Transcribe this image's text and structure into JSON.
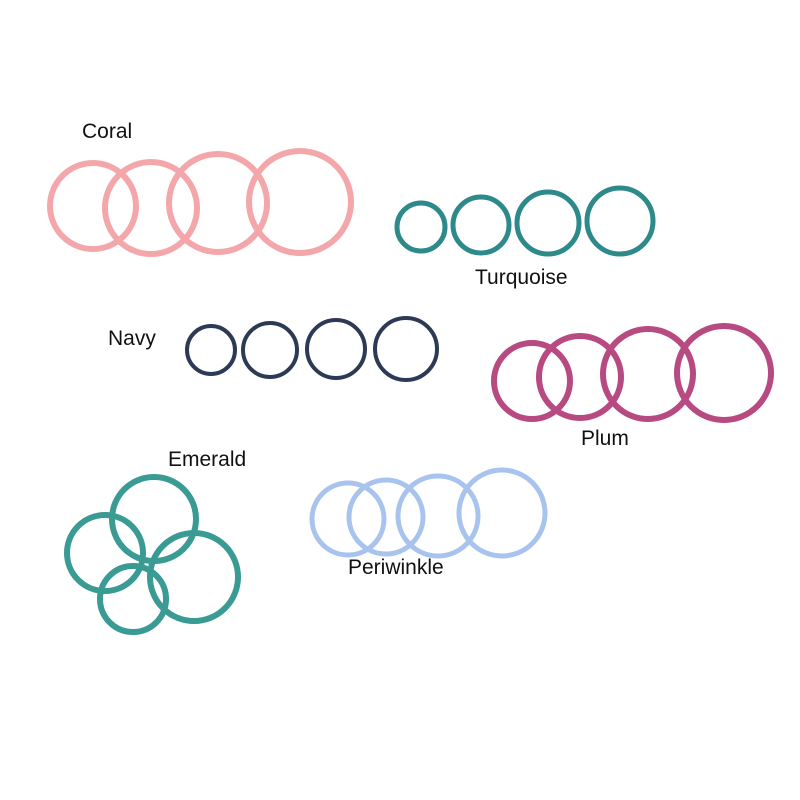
{
  "groups": [
    {
      "key": "coral",
      "label": "Coral",
      "color": "#f4a7ab"
    },
    {
      "key": "turquoise",
      "label": "Turquoise",
      "color": "#2e8a8a"
    },
    {
      "key": "navy",
      "label": "Navy",
      "color": "#2d3a55"
    },
    {
      "key": "plum",
      "label": "Plum",
      "color": "#b84a82"
    },
    {
      "key": "emerald",
      "label": "Emerald",
      "color": "#3a9a94"
    },
    {
      "key": "periwinkle",
      "label": "Periwinkle",
      "color": "#a8c4ee"
    }
  ]
}
